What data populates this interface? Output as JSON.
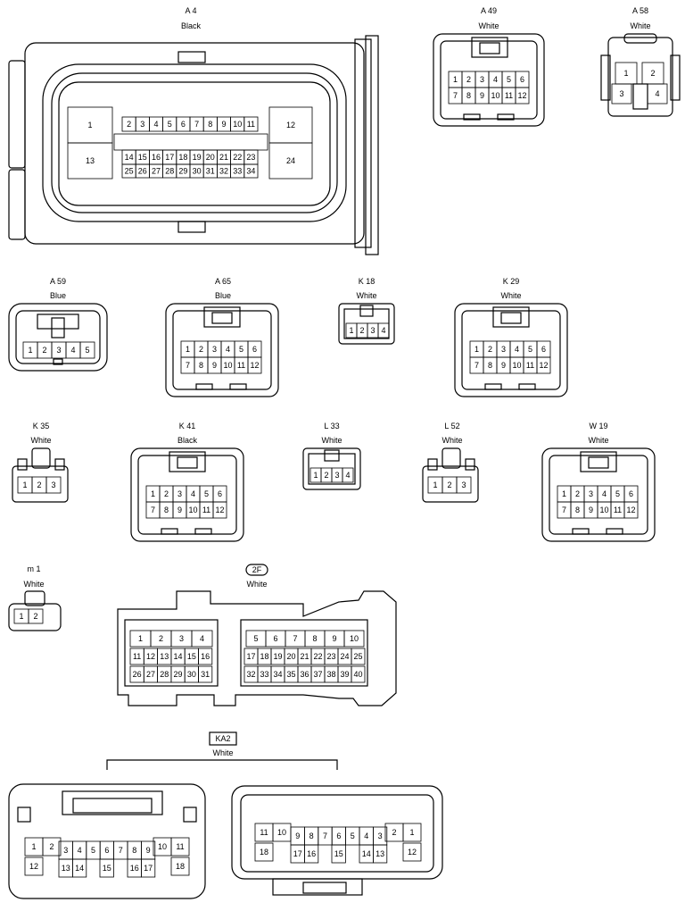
{
  "connectors": {
    "a4": {
      "code": "A 4",
      "color": "Black"
    },
    "a49": {
      "code": "A 49",
      "color": "White"
    },
    "a58": {
      "code": "A 58",
      "color": "White"
    },
    "a59": {
      "code": "A 59",
      "color": "Blue"
    },
    "a65": {
      "code": "A 65",
      "color": "Blue"
    },
    "k18": {
      "code": "K 18",
      "color": "White"
    },
    "k29": {
      "code": "K 29",
      "color": "White"
    },
    "k35": {
      "code": "K 35",
      "color": "White"
    },
    "k41": {
      "code": "K 41",
      "color": "Black"
    },
    "l33": {
      "code": "L 33",
      "color": "White"
    },
    "l52": {
      "code": "L 52",
      "color": "White"
    },
    "w19": {
      "code": "W 19",
      "color": "White"
    },
    "m1": {
      "code": "m 1",
      "color": "White"
    },
    "j2f": {
      "code": "2F",
      "color": "White"
    },
    "ka2": {
      "code": "KA2",
      "color": "White"
    }
  },
  "pins": {
    "a4": {
      "big": [
        "1",
        "13",
        "12",
        "24"
      ],
      "row1": [
        "2",
        "3",
        "4",
        "5",
        "6",
        "7",
        "8",
        "9",
        "10",
        "11"
      ],
      "row2": [
        "14",
        "15",
        "16",
        "17",
        "18",
        "19",
        "20",
        "21",
        "22",
        "23"
      ],
      "row3": [
        "25",
        "26",
        "27",
        "28",
        "29",
        "30",
        "31",
        "32",
        "33",
        "34"
      ]
    },
    "a49": {
      "row1": [
        "1",
        "2",
        "3",
        "4",
        "5",
        "6"
      ],
      "row2": [
        "7",
        "8",
        "9",
        "10",
        "11",
        "12"
      ]
    },
    "a58": [
      "1",
      "2",
      "3",
      "4"
    ],
    "a59": [
      "1",
      "2",
      "3",
      "4",
      "5"
    ],
    "a65": {
      "row1": [
        "1",
        "2",
        "3",
        "4",
        "5",
        "6"
      ],
      "row2": [
        "7",
        "8",
        "9",
        "10",
        "11",
        "12"
      ]
    },
    "k18": [
      "1",
      "2",
      "3",
      "4"
    ],
    "k29": {
      "row1": [
        "1",
        "2",
        "3",
        "4",
        "5",
        "6"
      ],
      "row2": [
        "7",
        "8",
        "9",
        "10",
        "11",
        "12"
      ]
    },
    "k35": [
      "1",
      "2",
      "3"
    ],
    "k41": {
      "row1": [
        "1",
        "2",
        "3",
        "4",
        "5",
        "6"
      ],
      "row2": [
        "7",
        "8",
        "9",
        "10",
        "11",
        "12"
      ]
    },
    "l33": [
      "1",
      "2",
      "3",
      "4"
    ],
    "l52": [
      "1",
      "2",
      "3"
    ],
    "w19": {
      "row1": [
        "1",
        "2",
        "3",
        "4",
        "5",
        "6"
      ],
      "row2": [
        "7",
        "8",
        "9",
        "10",
        "11",
        "12"
      ]
    },
    "m1": [
      "1",
      "2"
    ],
    "j2f": {
      "left_row1": [
        "1",
        "2",
        "3",
        "4"
      ],
      "left_row2": [
        "11",
        "12",
        "13",
        "14",
        "15",
        "16"
      ],
      "left_row3": [
        "26",
        "27",
        "28",
        "29",
        "30",
        "31"
      ],
      "right_row1": [
        "5",
        "6",
        "7",
        "8",
        "9",
        "10"
      ],
      "right_row2": [
        "17",
        "18",
        "19",
        "20",
        "21",
        "22",
        "23",
        "24",
        "25"
      ],
      "right_row3": [
        "32",
        "33",
        "34",
        "35",
        "36",
        "37",
        "38",
        "39",
        "40"
      ]
    },
    "ka2_left": {
      "top": [
        "1",
        "2",
        "3",
        "4",
        "5",
        "6",
        "7",
        "8",
        "9",
        "10",
        "11"
      ],
      "bottom": [
        "12",
        "13",
        "14",
        "15",
        "16",
        "17",
        "18"
      ]
    },
    "ka2_right": {
      "top": [
        "11",
        "10",
        "9",
        "8",
        "7",
        "6",
        "5",
        "4",
        "3",
        "2",
        "1"
      ],
      "bottom": [
        "18",
        "17",
        "16",
        "15",
        "14",
        "13",
        "12"
      ]
    }
  }
}
